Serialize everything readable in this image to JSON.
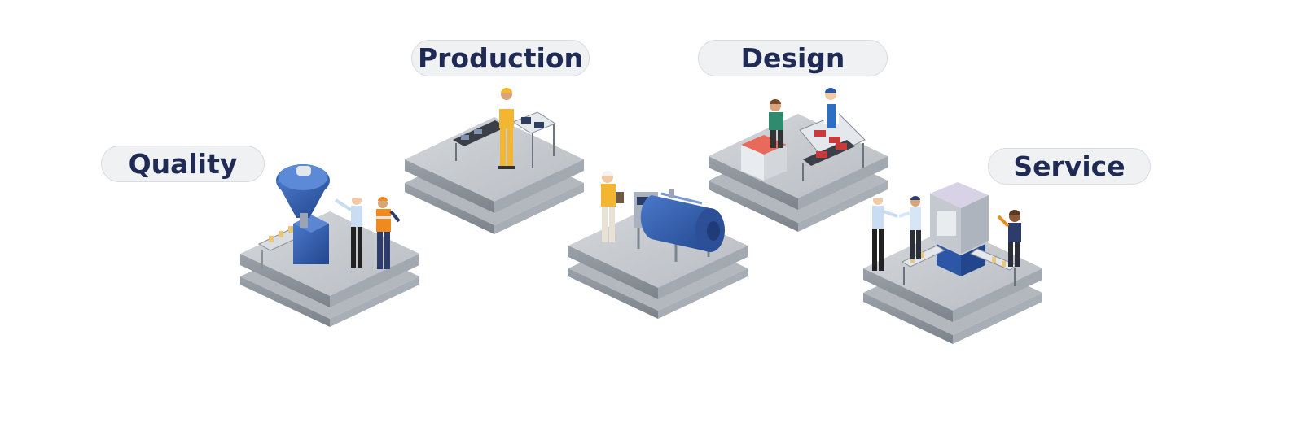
{
  "labels": {
    "quality": "Quality",
    "production": "Production",
    "design": "Design",
    "service": "Service"
  },
  "stations": [
    {
      "id": "quality",
      "icon": "filling-machine-icon"
    },
    {
      "id": "production",
      "icon": "assembly-bench-icon"
    },
    {
      "id": "center",
      "icon": "autoclave-tank-icon"
    },
    {
      "id": "design",
      "icon": "food-processing-line-icon"
    },
    {
      "id": "service",
      "icon": "packaging-machine-icon"
    }
  ],
  "colors": {
    "label_text": "#1f2a55",
    "pill_bg": "#f0f1f3",
    "platform_top": "#c5c9ce",
    "platform_side": "#8e959d",
    "machine_blue": "#2d56a6",
    "worker_orange": "#f08a1c",
    "worker_yellow": "#f2b632"
  }
}
